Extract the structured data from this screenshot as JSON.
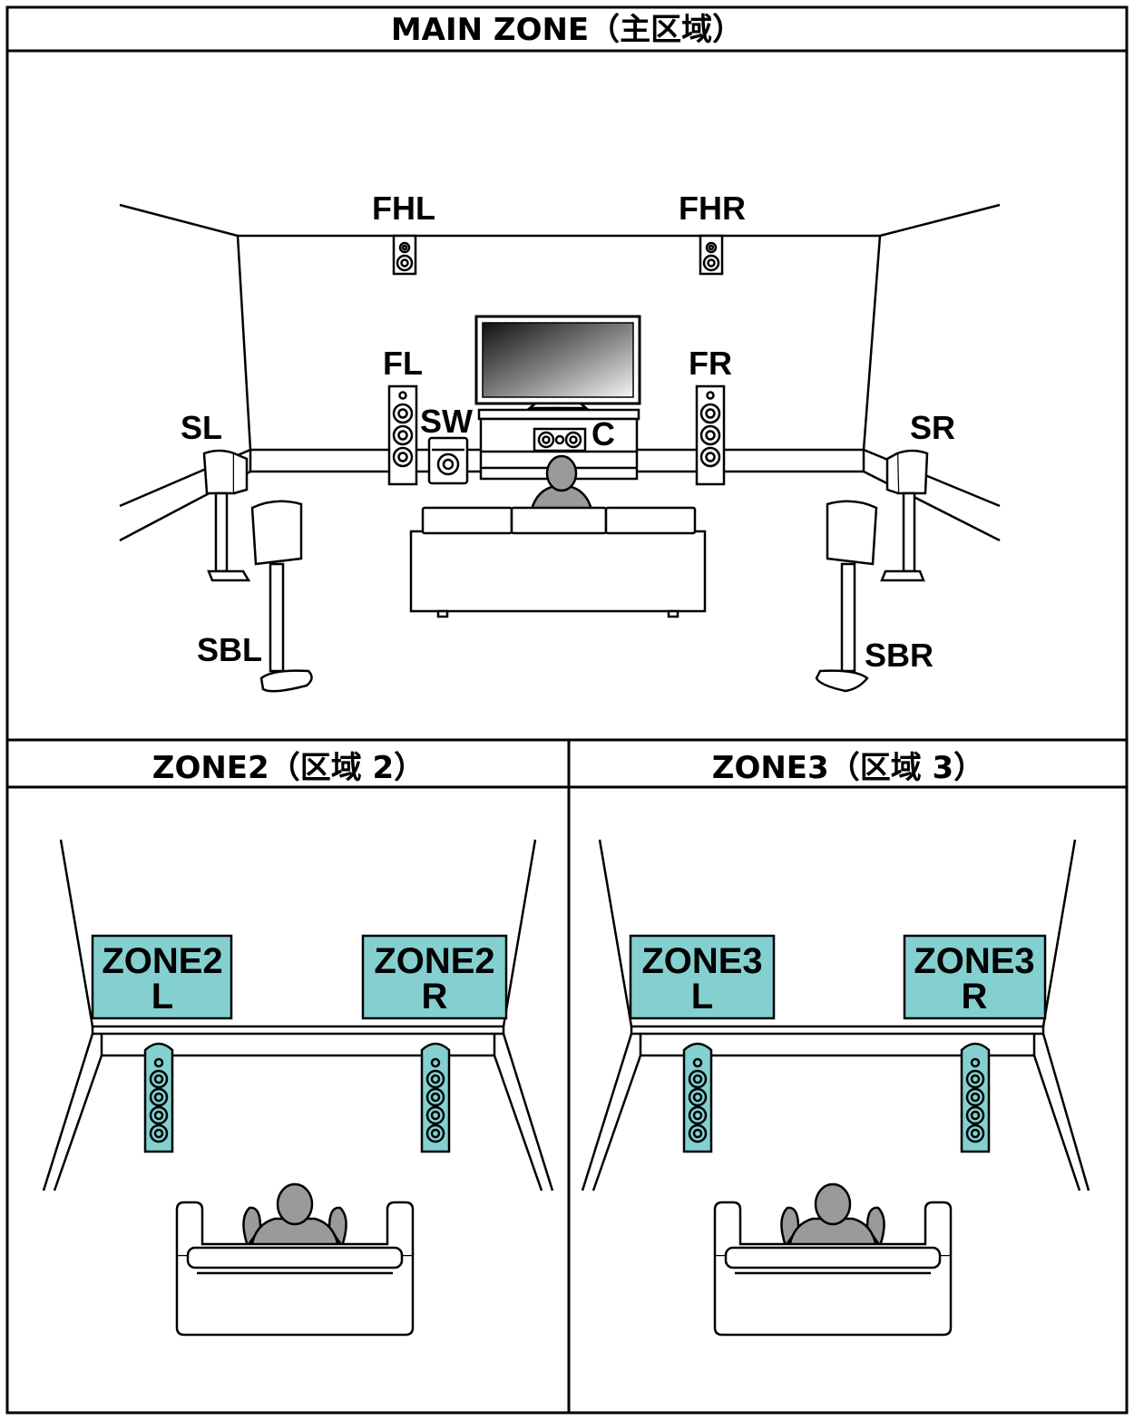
{
  "main_zone": {
    "title": "MAIN ZONE（主区域）",
    "speakers": {
      "fhl": "FHL",
      "fhr": "FHR",
      "fl": "FL",
      "fr": "FR",
      "sw": "SW",
      "c": "C",
      "sl": "SL",
      "sr": "SR",
      "sbl": "SBL",
      "sbr": "SBR"
    }
  },
  "zone2": {
    "title": "ZONE2（区域 2）",
    "left_zone": "ZONE2",
    "left_side": "L",
    "right_zone": "ZONE2",
    "right_side": "R"
  },
  "zone3": {
    "title": "ZONE3（区域 3）",
    "left_zone": "ZONE3",
    "left_side": "L",
    "right_zone": "ZONE3",
    "right_side": "R"
  },
  "colors": {
    "zone_label_fill": "#84d0d0",
    "listener_fill": "#9a9a9a",
    "line": "#000000"
  }
}
